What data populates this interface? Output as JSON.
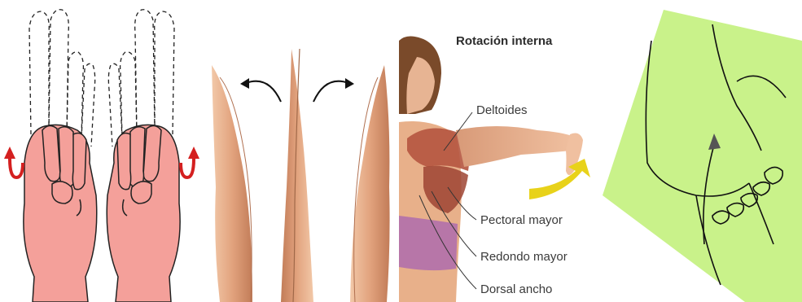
{
  "panel_internal_rotation": {
    "title": "Rotación interna",
    "labels": [
      "Deltoides",
      "Pectoral mayor",
      "Redondo mayor",
      "Dorsal ancho"
    ]
  },
  "colors": {
    "hand_fill": "#f4a09a",
    "skin": "#e8b08a",
    "muscle": "#b5553f",
    "arrow_red": "#d42020",
    "arrow_yellow": "#e8d21a",
    "foot_bg": "#c9f28a",
    "shirt": "#b776a8"
  }
}
